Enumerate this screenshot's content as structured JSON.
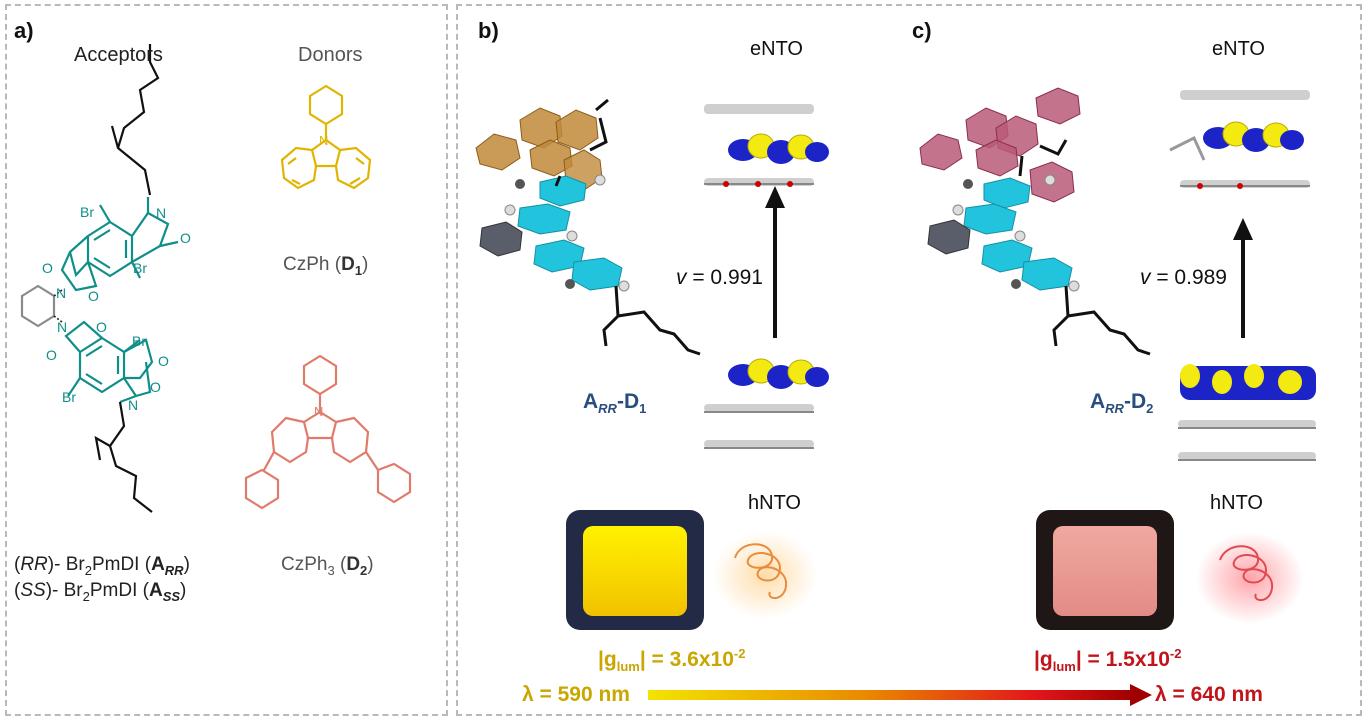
{
  "colors": {
    "acceptor": "#0f8f8a",
    "donor1": "#e0b400",
    "donor2": "#e07a6a",
    "cyan": "#22c4dd",
    "compound_label": "#2a4d80",
    "yellow_text": "#c9a600",
    "red_text": "#c0151a",
    "orbital_blue": "#1c24c8",
    "orbital_yellow": "#f3ea12"
  },
  "panel_a": {
    "label": "a)",
    "acceptors_header": "Acceptors",
    "donors_header": "Donors",
    "d1_name": "CzPh (",
    "d1_bold": "D",
    "d1_sub": "1",
    "d1_close": ")",
    "d2_name": "CzPh",
    "d2_sub3": "3",
    "d2_open": " (",
    "d2_bold": "D",
    "d2_sub": "2",
    "d2_close": ")",
    "acc_rr_prefix_ital": "RR",
    "acc_rr_rest": ")- Br",
    "acc_rr_sub2": "2",
    "acc_rr_name": "PmDI (",
    "acc_rr_bold": "A",
    "acc_rr_boldsub": "RR",
    "acc_ss_prefix_ital": "SS",
    "acc_ss_rest": ")- Br",
    "acc_ss_sub2": "2",
    "acc_ss_name": "PmDI  (",
    "acc_ss_bold": "A",
    "acc_ss_boldsub": "SS",
    "paren_open": "(",
    "paren_close": ")",
    "atom_br": "Br",
    "atom_o": "O",
    "atom_n": "N"
  },
  "panel_b": {
    "label": "b)",
    "entO": "eNTO",
    "hnto": "hNTO",
    "nu_symbol": "v",
    "nu_value": " = 0.991",
    "compound_A": "A",
    "compound_Asub": "RR",
    "compound_dash": "-D",
    "compound_Dsub": "1",
    "glum_prefix": "|g",
    "glum_sub": "lum",
    "glum_value": "| = 3.6x10",
    "glum_exp": "-2",
    "lambda": "λ = 590 nm"
  },
  "panel_c": {
    "label": "c)",
    "entO": "eNTO",
    "hnto": "hNTO",
    "nu_symbol": "v",
    "nu_value": " = 0.989",
    "compound_A": "A",
    "compound_Asub": "RR",
    "compound_dash": "-D",
    "compound_Dsub": "2",
    "glum_prefix": "|g",
    "glum_sub": "lum",
    "glum_value": "| = 1.5x10",
    "glum_exp": "-2",
    "lambda": "λ = 640 nm"
  }
}
